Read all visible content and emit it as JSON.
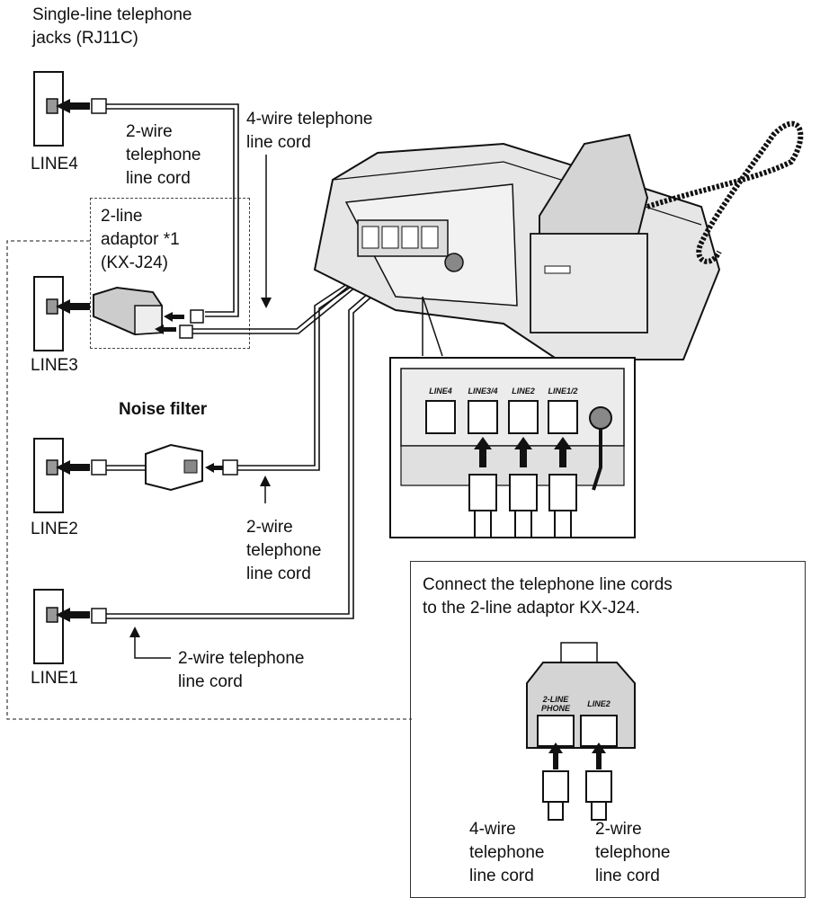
{
  "labels": {
    "jacks_title": "Single-line telephone\njacks (RJ11C)",
    "line4": "LINE4",
    "line3": "LINE3",
    "line2": "LINE2",
    "line1": "LINE1",
    "cord_2wire_top": "2-wire\ntelephone\nline cord",
    "cord_4wire": "4-wire telephone\nline cord",
    "adaptor": "2-line\nadaptor *1\n(KX-J24)",
    "noise_filter": "Noise filter",
    "cord_2wire_mid": "2-wire\ntelephone\nline cord",
    "cord_2wire_bottom": "2-wire telephone\nline cord"
  },
  "jack_panel": {
    "ports": [
      "LINE4",
      "LINE3/4",
      "LINE2",
      "LINE1/2"
    ]
  },
  "note": {
    "text": "Connect the telephone line cords\nto the 2-line adaptor KX-J24.",
    "adaptor_port_left": "2-LINE\nPHONE",
    "adaptor_port_right": "LINE2",
    "cord_left": "4-wire\ntelephone\nline cord",
    "cord_right": "2-wire\ntelephone\nline cord"
  }
}
